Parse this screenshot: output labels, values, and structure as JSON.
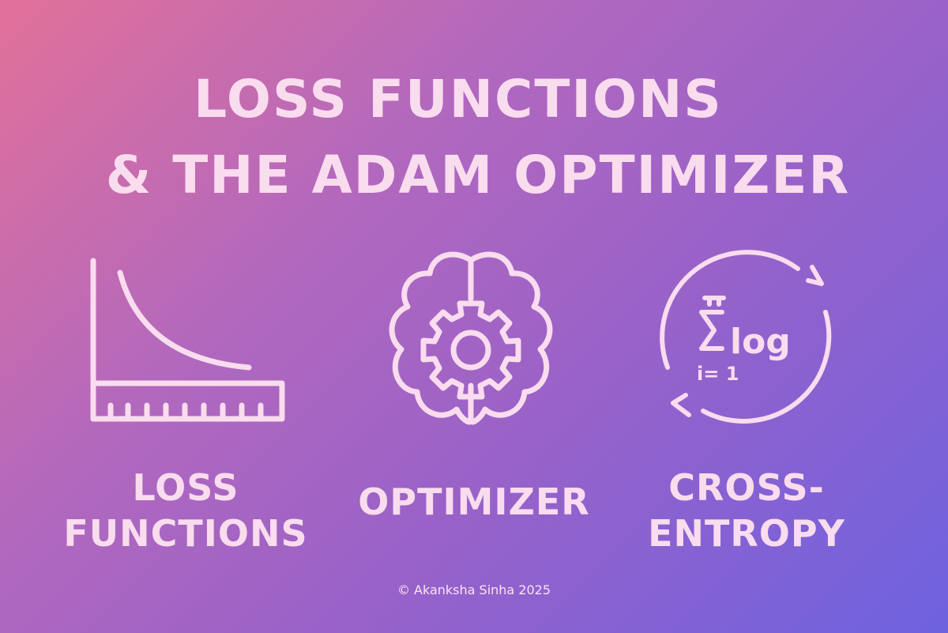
{
  "title": {
    "line1": "LOSS FUNCTIONS",
    "line2": "& THE ADAM OPTIMIZER"
  },
  "panels": [
    {
      "icon": "loss-curve-icon",
      "label_lines": [
        "LOSS",
        "FUNCTIONS"
      ]
    },
    {
      "icon": "brain-gear-icon",
      "label_lines": [
        "OPTIMIZER"
      ]
    },
    {
      "icon": "sum-log-cycle-icon",
      "label_lines": [
        "CROSS-",
        "ENTROPY"
      ],
      "formula": {
        "operator": "log",
        "subscript": "i= 1"
      }
    }
  ],
  "footer": "© Akanksha Sinha 2025",
  "colors": {
    "foreground": "#f9dcee",
    "gradient_start": "#e27199",
    "gradient_end": "#6e62df"
  }
}
